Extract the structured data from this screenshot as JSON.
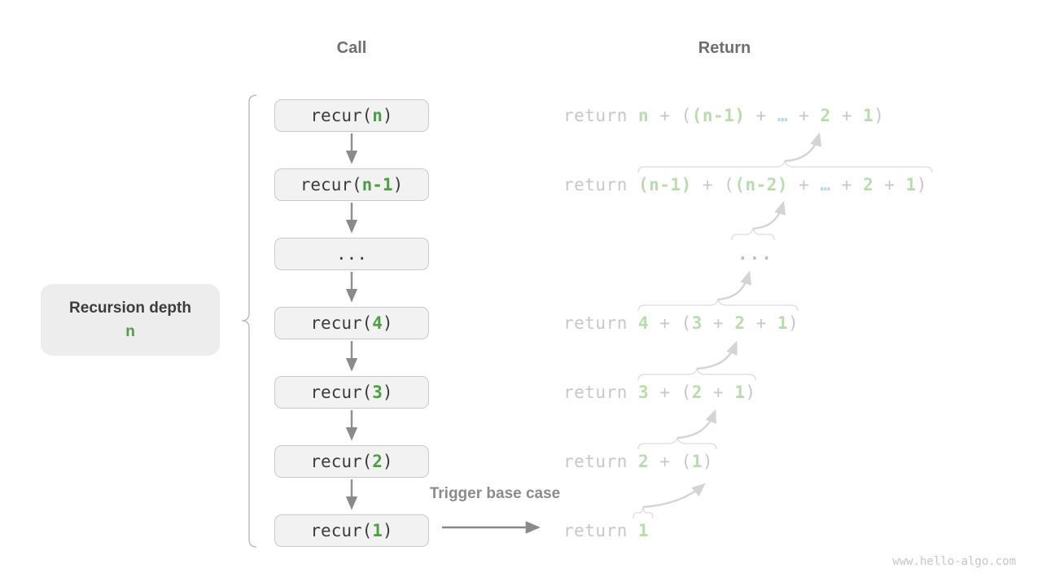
{
  "headers": {
    "call": "Call",
    "return": "Return"
  },
  "depth_label": {
    "title": "Recursion depth",
    "value": "n"
  },
  "trigger_label": "Trigger base case",
  "watermark": "www.hello-algo.com",
  "colors": {
    "accent_green": "#4e9e45",
    "dark_text": "#3c3c3c",
    "header_gray": "#6f6f6f",
    "box_fill": "#f2f2f2",
    "box_border": "#c9c9c9",
    "faded_gray_text": "#c7c7c7",
    "faded_green_text": "#b9dcae",
    "faded_blue_text": "#b8d8e6",
    "flow_arrow_gray": "#8f8f8f",
    "light_brace_arrow": "#d4d4d4"
  },
  "call_boxes": [
    {
      "segments": [
        {
          "t": "recur("
        },
        {
          "t": "n"
        },
        {
          "t": ")"
        }
      ]
    },
    {
      "segments": [
        {
          "t": "recur("
        },
        {
          "t": "n-1"
        },
        {
          "t": ")"
        }
      ]
    },
    {
      "segments": [
        {
          "t": "..."
        }
      ]
    },
    {
      "segments": [
        {
          "t": "recur("
        },
        {
          "t": "4"
        },
        {
          "t": ")"
        }
      ]
    },
    {
      "segments": [
        {
          "t": "recur("
        },
        {
          "t": "3"
        },
        {
          "t": ")"
        }
      ]
    },
    {
      "segments": [
        {
          "t": "recur("
        },
        {
          "t": "2"
        },
        {
          "t": ")"
        }
      ]
    },
    {
      "segments": [
        {
          "t": "recur("
        },
        {
          "t": "1"
        },
        {
          "t": ")"
        }
      ]
    }
  ],
  "return_lines": [
    {
      "segments": [
        {
          "t": "return "
        },
        {
          "t": "n"
        },
        {
          "t": " + ("
        },
        {
          "t": "(n-1)"
        },
        {
          "t": " + "
        },
        {
          "t": "…"
        },
        {
          "t": " + "
        },
        {
          "t": "2"
        },
        {
          "t": " + "
        },
        {
          "t": "1"
        },
        {
          "t": ")"
        }
      ]
    },
    {
      "segments": [
        {
          "t": "return "
        },
        {
          "t": "(n-1)"
        },
        {
          "t": " + ("
        },
        {
          "t": "(n-2)"
        },
        {
          "t": " + "
        },
        {
          "t": "…"
        },
        {
          "t": " + "
        },
        {
          "t": "2"
        },
        {
          "t": " + "
        },
        {
          "t": "1"
        },
        {
          "t": ")"
        }
      ]
    },
    {
      "segments": [
        {
          "t": "..."
        }
      ]
    },
    {
      "segments": [
        {
          "t": "return "
        },
        {
          "t": "4"
        },
        {
          "t": " + ("
        },
        {
          "t": "3"
        },
        {
          "t": " + "
        },
        {
          "t": "2"
        },
        {
          "t": " + "
        },
        {
          "t": "1"
        },
        {
          "t": ")"
        }
      ]
    },
    {
      "segments": [
        {
          "t": "return "
        },
        {
          "t": "3"
        },
        {
          "t": " + ("
        },
        {
          "t": "2"
        },
        {
          "t": " + "
        },
        {
          "t": "1"
        },
        {
          "t": ")"
        }
      ]
    },
    {
      "segments": [
        {
          "t": "return "
        },
        {
          "t": "2"
        },
        {
          "t": " + ("
        },
        {
          "t": "1"
        },
        {
          "t": ")"
        }
      ]
    },
    {
      "segments": [
        {
          "t": "return "
        },
        {
          "t": "1"
        }
      ]
    }
  ]
}
